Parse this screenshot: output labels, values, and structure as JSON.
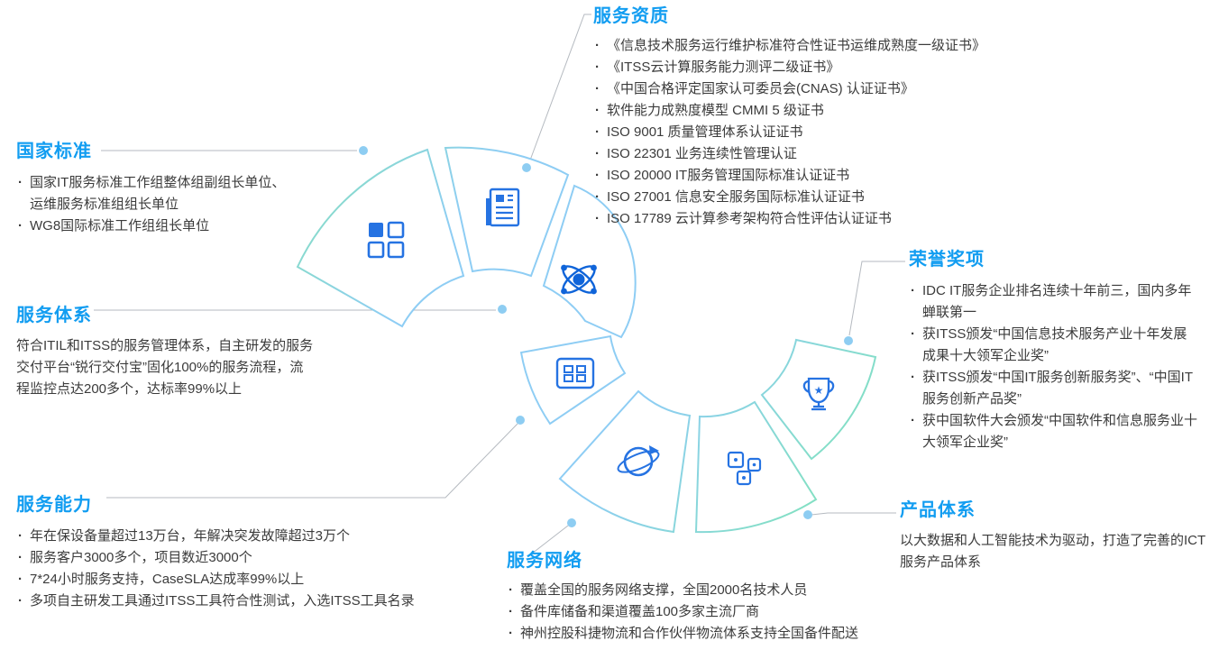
{
  "sections": {
    "national_standard": {
      "title": "国家标准",
      "items": [
        "国家IT服务标准工作组整体组副组长单位、运维服务标准组组长单位",
        "WG8国际标准工作组组长单位"
      ]
    },
    "qualifications": {
      "title": "服务资质",
      "items": [
        "《信息技术服务运行维护标准符合性证书运维成熟度一级证书》",
        "《ITSS云计算服务能力测评二级证书》",
        "《中国合格评定国家认可委员会(CNAS) 认证证书》",
        "软件能力成熟度模型 CMMI 5 级证书",
        "ISO 9001 质量管理体系认证证书",
        "ISO 22301 业务连续性管理认证",
        "ISO 20000 IT服务管理国际标准认证证书",
        "ISO 27001 信息安全服务国际标准认证证书",
        "ISO 17789 云计算参考架构符合性评估认证证书"
      ]
    },
    "service_system": {
      "title": "服务体系",
      "paragraph": "符合ITIL和ITSS的服务管理体系，自主研发的服务交付平台“锐行交付宝”固化100%的服务流程，流程监控点达200多个，达标率99%以上"
    },
    "awards": {
      "title": "荣誉奖项",
      "items": [
        "IDC  IT服务企业排名连续十年前三，国内多年蝉联第一",
        "获ITSS颁发“中国信息技术服务产业十年发展成果十大领军企业奖”",
        "获ITSS颁发“中国IT服务创新服务奖”、“中国IT服务创新产品奖”",
        "获中国软件大会颁发“中国软件和信息服务业十大领军企业奖”"
      ]
    },
    "capability": {
      "title": "服务能力",
      "items": [
        "年在保设备量超过13万台，年解决突发故障超过3万个",
        "服务客户3000多个，项目数近3000个",
        "7*24小时服务支持，CaseSLA达成率99%以上",
        "多项自主研发工具通过ITSS工具符合性测试，入选ITSS工具名录"
      ]
    },
    "products": {
      "title": "产品体系",
      "paragraph": "以大数据和人工智能技术为驱动，打造了完善的ICT服务产品体系"
    },
    "network": {
      "title": "服务网络",
      "items": [
        "覆盖全国的服务网络支撑，全国2000名技术人员",
        "备件库储备和渠道覆盖100多家主流厂商",
        "神州控股科捷物流和合作伙伴物流体系支持全国备件配送"
      ]
    }
  },
  "icons": {
    "star_glyph": "★",
    "segment_icons": [
      "blocks-icon",
      "news-icon",
      "molecule-icon",
      "modules-icon",
      "globe-icon",
      "dice-icon",
      "trophy-icon"
    ]
  },
  "colors": {
    "heading": "#129df1",
    "body_text": "#3b3b3b",
    "icon_blue": "#2673e2",
    "icon_solid_blue": "#0f64d9",
    "ring_blue": "#8ecdf4",
    "ring_green": "#82e2ba",
    "connector_line": "#b5bac0",
    "connector_dot": "#8ecdf2"
  }
}
